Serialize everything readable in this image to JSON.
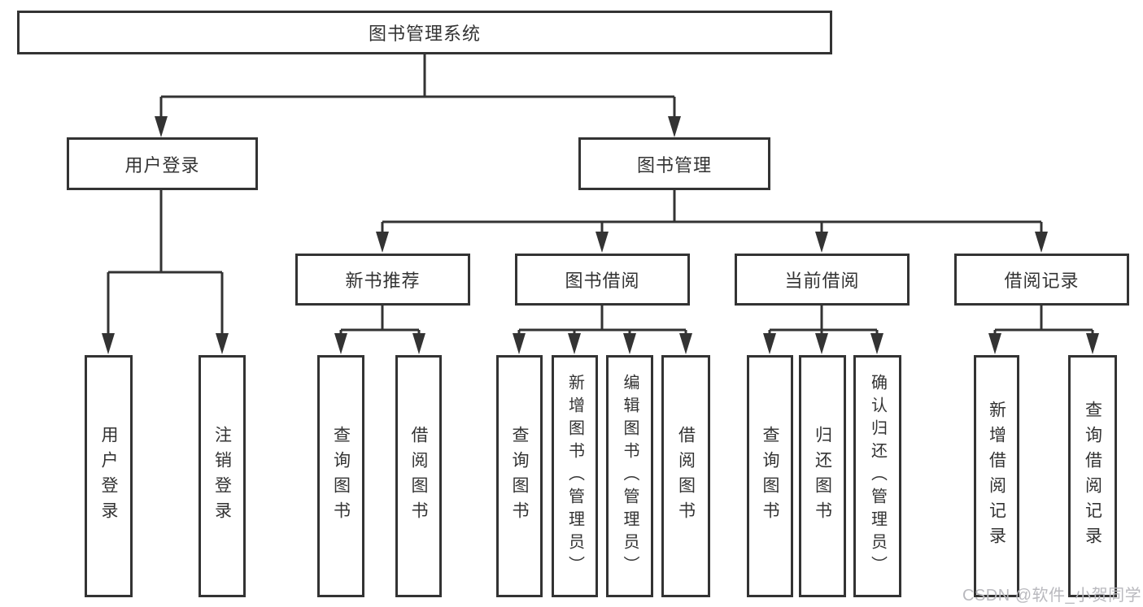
{
  "nodes": {
    "root": "图书管理系统",
    "user_login": "用户登录",
    "book_management": "图书管理",
    "login_leaf": "用户登录",
    "logout_leaf": "注销登录",
    "new_book_recommend": "新书推荐",
    "book_borrow": "图书借阅",
    "current_borrow": "当前借阅",
    "borrow_record": "借阅记录",
    "nb_query_books": "查询图书",
    "nb_borrow_books": "借阅图书",
    "bb_query_books": "查询图书",
    "bb_add_books_admin": "新增图书（管理员）",
    "bb_edit_books_admin": "编辑图书（管理员）",
    "bb_borrow_books": "借阅图书",
    "cb_query_books": "查询图书",
    "cb_return_books": "归还图书",
    "cb_confirm_return_admin": "确认归还（管理员）",
    "br_add_record": "新增借阅记录",
    "br_query_record": "查询借阅记录"
  },
  "watermark": "CSDN @软件_小贺同学",
  "colors": {
    "line": "#333333",
    "text": "#333333",
    "watermark": "#b9b9be",
    "background": "#ffffff"
  }
}
